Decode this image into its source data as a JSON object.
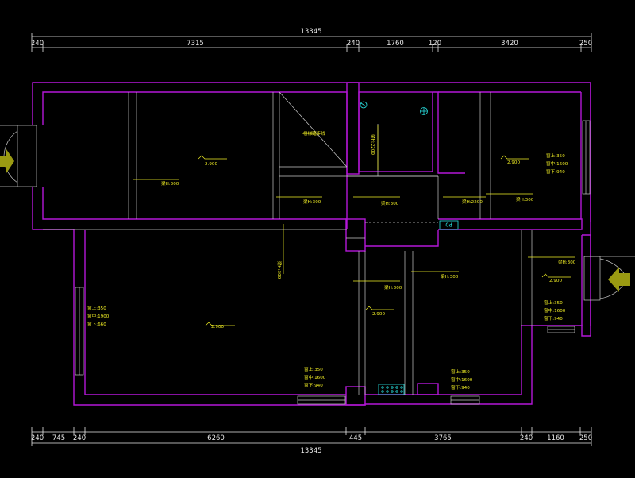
{
  "colors": {
    "background": "#000000",
    "wall": "#b417d8",
    "interior_line": "#c8c8c8",
    "dimension": "#e8e8e8",
    "annotation": "#f2ef24",
    "fixture": "#28e0e0",
    "entry_arrow": "#9a9a12"
  },
  "dimensions_top": {
    "total": "13345",
    "segments": [
      "240",
      "7315",
      "240",
      "1760",
      "120",
      "3420",
      "250"
    ]
  },
  "dimensions_bottom": {
    "total": "13345",
    "segments": [
      "240",
      "745",
      "240",
      "6260",
      "445",
      "3765",
      "240",
      "1160",
      "250"
    ]
  },
  "elevation_marks": [
    "2.900",
    "2.900",
    "2.900",
    "2.900",
    "2.900"
  ],
  "beam_labels": [
    "梁H:300",
    "梁H:300",
    "梁H:300",
    "梁H:300",
    "梁H:300",
    "梁H:300",
    "梁H:300",
    "梁H:300",
    "梁H:2200",
    "梁H:2200"
  ],
  "window_labels": [
    {
      "lines": [
        "窗上:350",
        "窗中:1600",
        "窗下:940"
      ]
    },
    {
      "lines": [
        "窗上:350",
        "窗中:1900",
        "窗下:660"
      ]
    },
    {
      "lines": [
        "窗上:350",
        "窗中:1600",
        "窗下:940"
      ]
    },
    {
      "lines": [
        "窗上:350",
        "窗中:1600",
        "窗下:940"
      ]
    },
    {
      "lines": [
        "窗上:350",
        "窗中:1600",
        "窗下:940"
      ]
    }
  ],
  "stair_label": "楼梯踏步线",
  "panel_tag": "PD",
  "icons": [
    "entry-arrow-icon",
    "entry-arrow-icon",
    "floor-drain-icon",
    "floor-drain-icon",
    "radiator-icon"
  ]
}
